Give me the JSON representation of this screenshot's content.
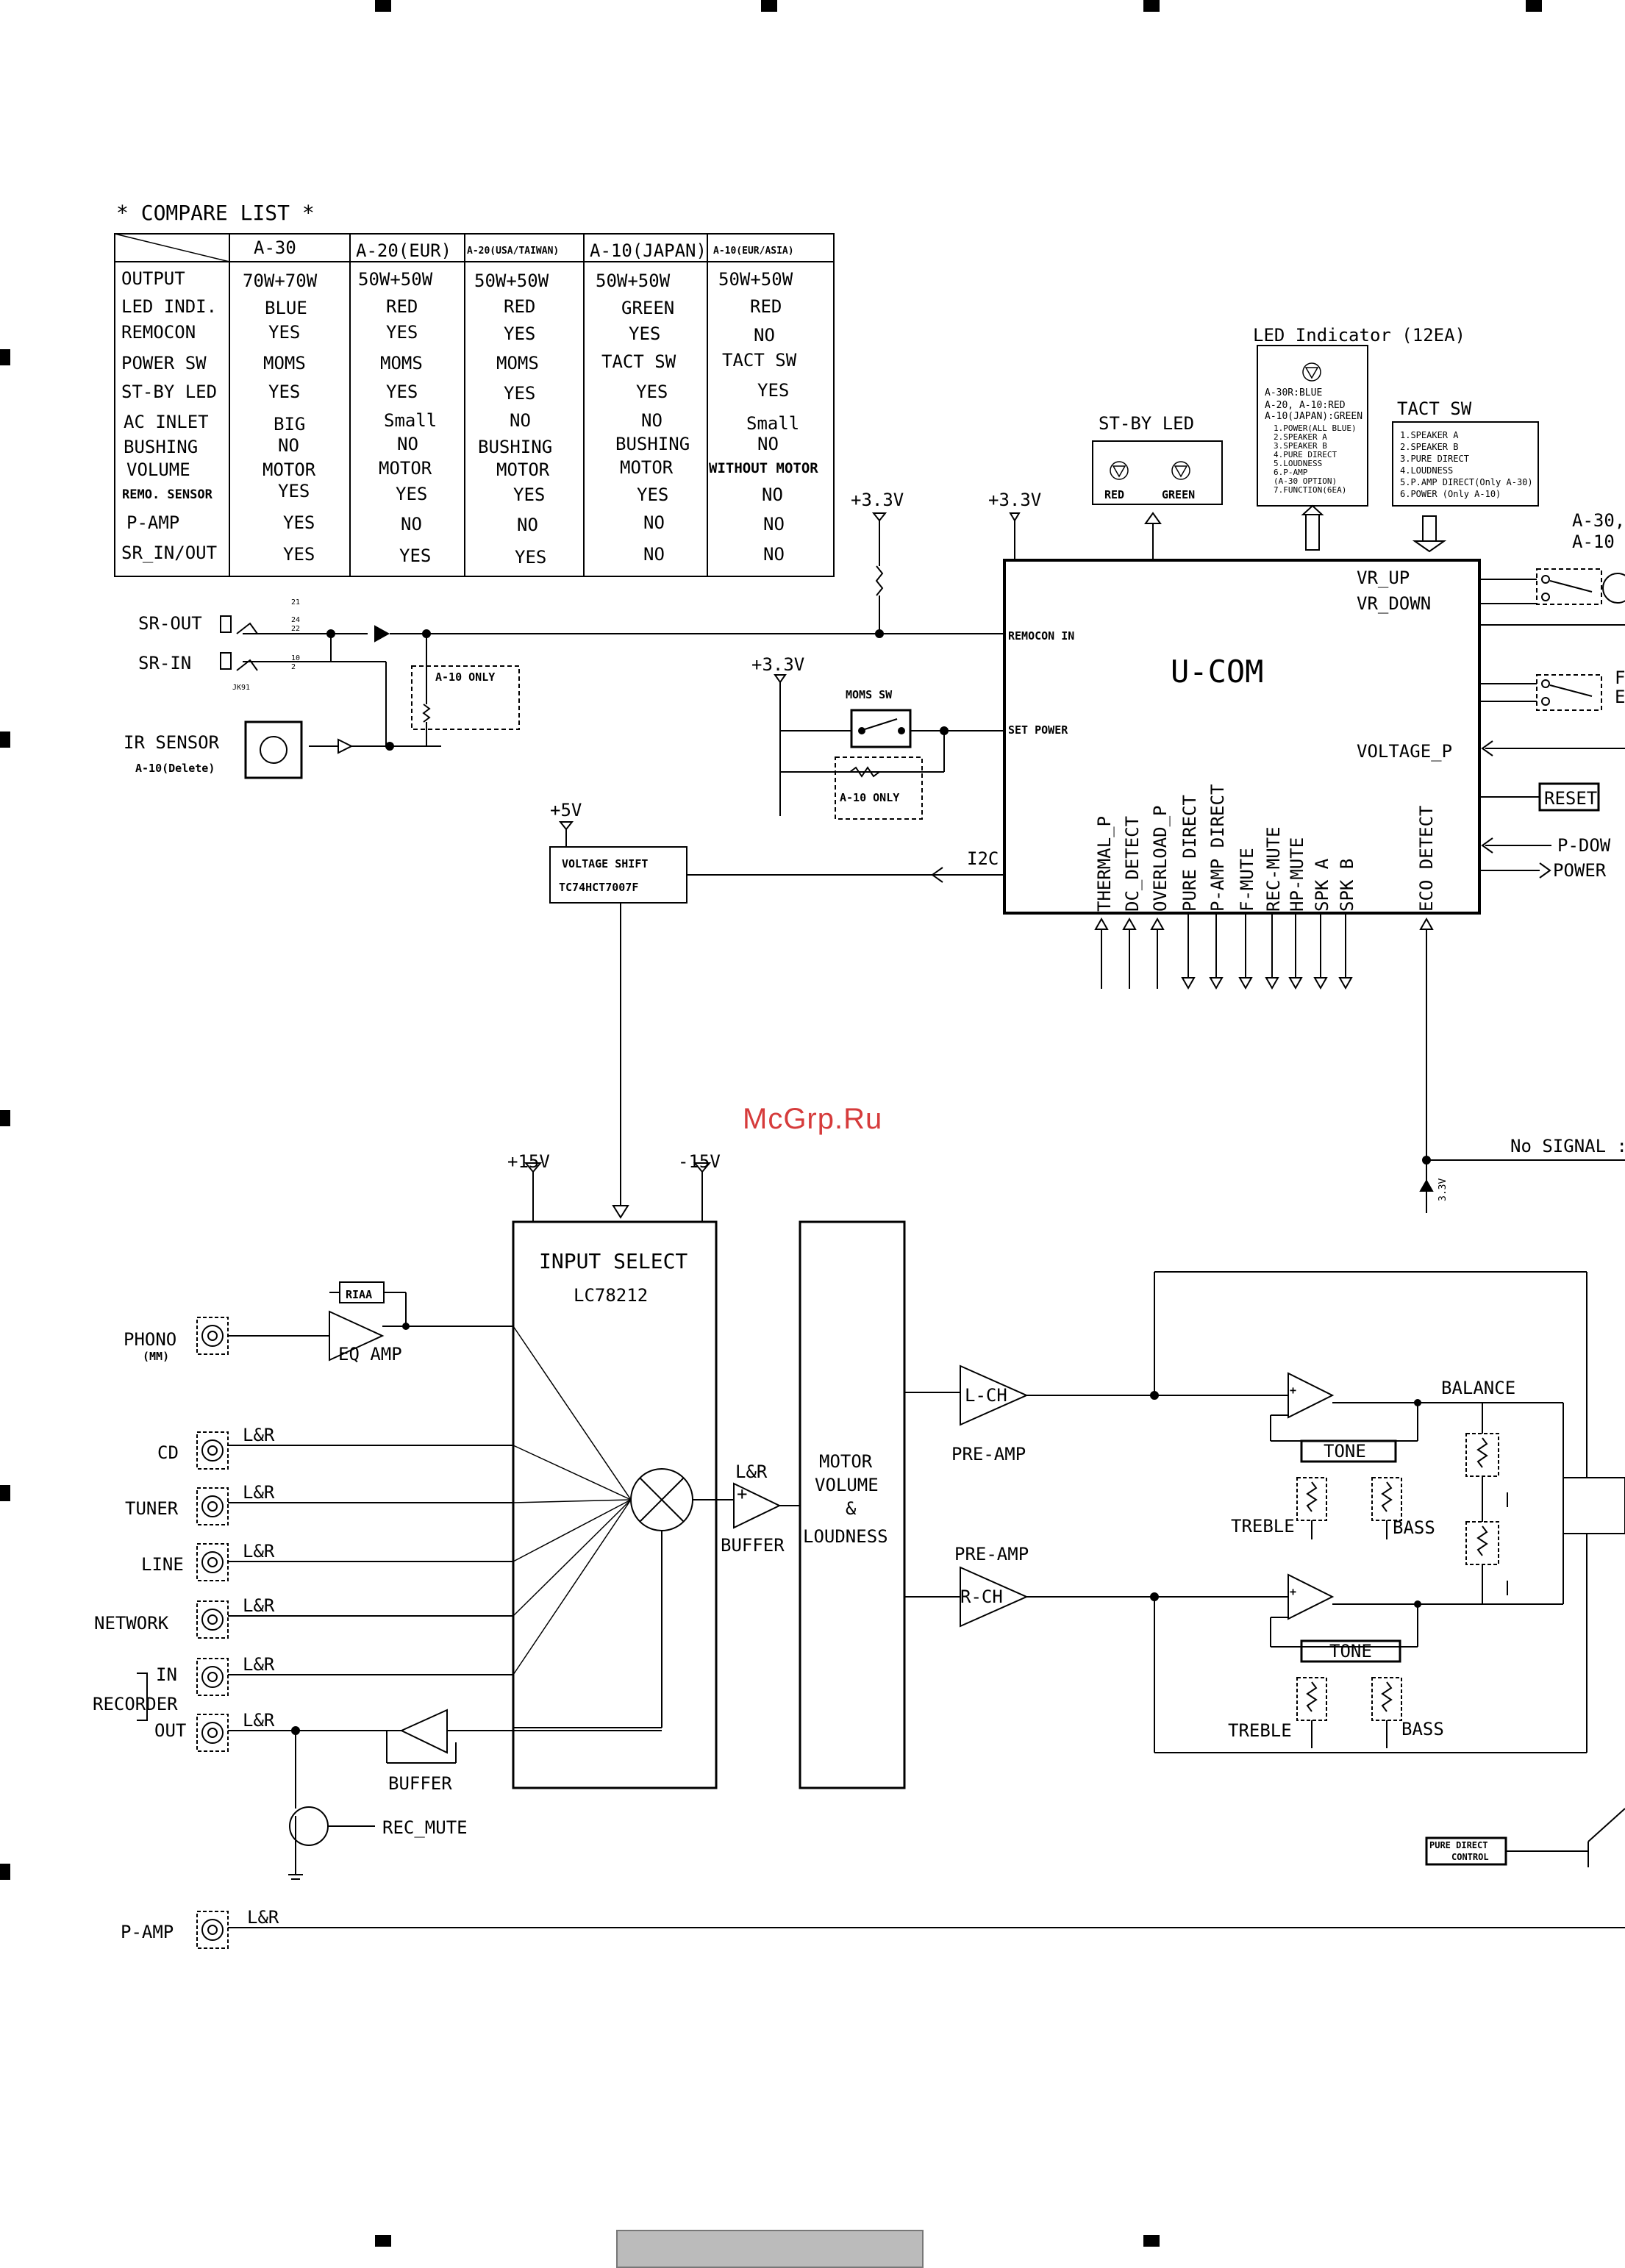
{
  "compare_list": {
    "title": "* COMPARE LIST *",
    "columns": [
      "A-30",
      "A-20(EUR)",
      "A-20(USA/TAIWAN)",
      "A-10(JAPAN)",
      "A-10(EUR/ASIA)"
    ],
    "rows": [
      {
        "label": "OUTPUT",
        "values": [
          "70W+70W",
          "50W+50W",
          "50W+50W",
          "50W+50W",
          "50W+50W"
        ]
      },
      {
        "label": "LED INDI.",
        "values": [
          "BLUE",
          "RED",
          "RED",
          "GREEN",
          "RED"
        ]
      },
      {
        "label": "REMOCON",
        "values": [
          "YES",
          "YES",
          "YES",
          "YES",
          "NO"
        ]
      },
      {
        "label": "POWER SW",
        "values": [
          "MOMS",
          "MOMS",
          "MOMS",
          "TACT SW",
          "TACT SW"
        ]
      },
      {
        "label": "ST-BY LED",
        "values": [
          "YES",
          "YES",
          "YES",
          "YES",
          "YES"
        ]
      },
      {
        "label": "AC INLET",
        "values": [
          "BIG",
          "Small",
          "NO",
          "NO",
          "Small"
        ]
      },
      {
        "label": "BUSHING",
        "values": [
          "NO",
          "NO",
          "BUSHING",
          "BUSHING",
          "NO"
        ]
      },
      {
        "label": "VOLUME",
        "values": [
          "MOTOR",
          "MOTOR",
          "MOTOR",
          "MOTOR",
          "WITHOUT MOTOR"
        ]
      },
      {
        "label": "REMO. SENSOR",
        "values": [
          "YES",
          "YES",
          "YES",
          "YES",
          "NO"
        ]
      },
      {
        "label": "P-AMP",
        "values": [
          "YES",
          "NO",
          "NO",
          "NO",
          "NO"
        ]
      },
      {
        "label": "SR_IN/OUT",
        "values": [
          "YES",
          "YES",
          "YES",
          "NO",
          "NO"
        ]
      }
    ]
  },
  "ucom": {
    "name": "U-COM",
    "remocon_in": "REMOCON IN",
    "set_power": "SET POWER",
    "vr_up": "VR_UP",
    "vr_down": "VR_DOWN",
    "voltage_p": "VOLTAGE_P",
    "reset": "RESET",
    "p_down": "P-DOW",
    "power": "POWER",
    "i2c": "I2C",
    "rail": "+3.3V",
    "pins": [
      "THERMAL_P",
      "DC_DETECT",
      "OVERLOAD_P",
      "PURE DIRECT",
      "P-AMP DIRECT",
      "F-MUTE",
      "REC-MUTE",
      "HP-MUTE",
      "SPK A",
      "SPK B",
      "ECO DETECT"
    ]
  },
  "standby_led": {
    "title": "ST-BY LED",
    "red": "RED",
    "green": "GREEN"
  },
  "led_indicator": {
    "title": "LED Indicator (12EA)",
    "notes": [
      "A-30R:BLUE",
      "A-20, A-10:RED",
      "A-10(JAPAN):GREEN"
    ],
    "items": [
      "1.POWER(ALL BLUE)",
      "2.SPEAKER A",
      "3.SPEAKER B",
      "4.PURE DIRECT",
      "5.LOUDNESS",
      "6.P-AMP",
      "(A-30 OPTION)",
      "7.FUNCTION(6EA)"
    ]
  },
  "tact_sw": {
    "title": "TACT SW",
    "items": [
      "1.SPEAKER A",
      "2.SPEAKER B",
      "3.PURE DIRECT",
      "4.LOUDNESS",
      "5.P.AMP DIRECT(Only A-30)",
      "6.POWER (Only A-10)"
    ]
  },
  "left_io": {
    "sr_out": "SR-OUT",
    "sr_in": "SR-IN",
    "jk": "JK91",
    "jack_pins": [
      "21",
      "24",
      "22",
      "10",
      "2"
    ],
    "ir_sensor": "IR SENSOR",
    "ir_note": "A-10(Delete)",
    "a10_only": "A-10 ONLY"
  },
  "power_rails": {
    "v33": "+3.3V",
    "v5": "+5V",
    "v15p": "+15V",
    "v15n": "-15V"
  },
  "moms_sw": "MOMS SW",
  "voltage_shift": {
    "line1": "VOLTAGE SHIFT",
    "line2": "TC74HCT7007F"
  },
  "input_select": {
    "line1": "INPUT SELECT",
    "line2": "LC78212"
  },
  "inputs": {
    "phono": "PHONO",
    "phono_sub": "(MM)",
    "cd": "CD",
    "tuner": "TUNER",
    "line": "LINE",
    "network": "NETWORK",
    "recorder": "RECORDER",
    "rec_in": "IN",
    "rec_out": "OUT",
    "lr": "L&R",
    "riaa": "RIAA",
    "eq_amp": "EQ AMP",
    "buffer": "BUFFER",
    "rec_mute": "REC_MUTE",
    "p_amp": "P-AMP"
  },
  "motor_volume": [
    "MOTOR",
    "VOLUME",
    "&",
    "LOUDNESS"
  ],
  "lr_buffer": {
    "lr": "L&R",
    "buffer": "BUFFER"
  },
  "tone_section": {
    "lch": "L-CH",
    "rch": "R-CH",
    "pre_amp": "PRE-AMP",
    "tone": "TONE",
    "treble": "TREBLE",
    "bass": "BASS",
    "balance": "BALANCE"
  },
  "right_edge": {
    "a30": "A-30,",
    "a10": "A-10",
    "no_signal": "No SIGNAL :",
    "f": "F",
    "e": "E",
    "eco_v": "3.3V"
  },
  "pure_direct_control": [
    "PURE DIRECT",
    "CONTROL"
  ],
  "watermark": "McGrp.Ru"
}
